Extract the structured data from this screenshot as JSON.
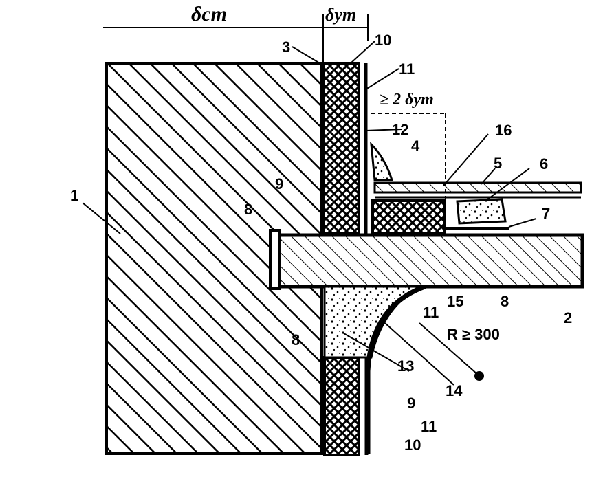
{
  "dimensions": {
    "wall_thickness": "δст",
    "insulation_thickness": "δут",
    "min_overlap": "≥ 2 δут"
  },
  "radius_note": "R ≥ 300",
  "callouts": [
    "1",
    "2",
    "3",
    "4",
    "5",
    "6",
    "7",
    "8",
    "8",
    "8",
    "9",
    "9",
    "10",
    "10",
    "11",
    "11",
    "11",
    "12",
    "13",
    "14",
    "15",
    "16"
  ]
}
